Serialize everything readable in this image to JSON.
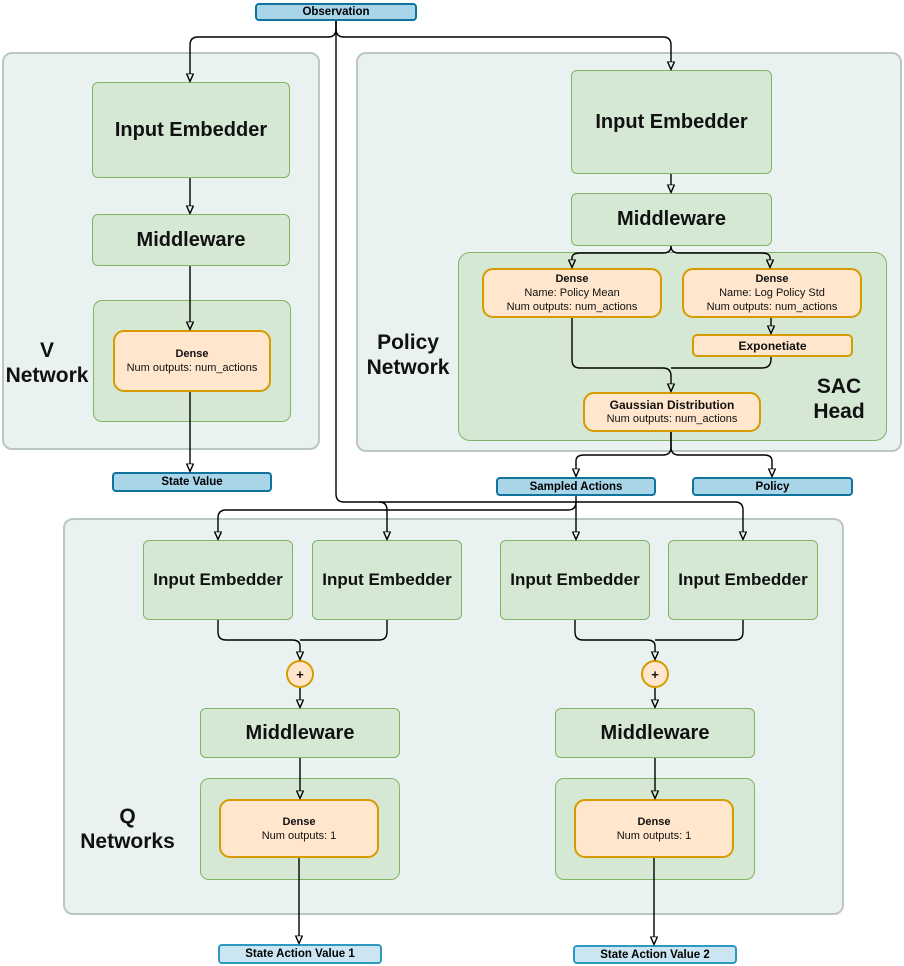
{
  "observation": {
    "label": "Observation"
  },
  "v_network": {
    "label": "V\nNetwork",
    "input_embedder": "Input Embedder",
    "middleware": "Middleware",
    "dense": {
      "title": "Dense",
      "detail": "Num outputs: num_actions"
    },
    "output": "State Value"
  },
  "policy_network": {
    "label": "Policy\nNetwork",
    "input_embedder": "Input Embedder",
    "middleware": "Middleware",
    "sac_head": {
      "label": "SAC\nHead",
      "dense_policy_mean": {
        "title": "Dense",
        "name": "Name: Policy Mean",
        "outputs": "Num outputs: num_actions"
      },
      "dense_log_policy_std": {
        "title": "Dense",
        "name": "Name: Log Policy Std",
        "outputs": "Num outputs: num_actions"
      },
      "exponetiate": "Exponetiate",
      "gaussian_distribution": {
        "title": "Gaussian Distribution",
        "outputs": "Num outputs: num_actions"
      }
    },
    "outputs": {
      "sampled_actions": "Sampled Actions",
      "policy": "Policy"
    }
  },
  "q_networks": {
    "label": "Q\nNetworks",
    "input_embedders": [
      "Input Embedder",
      "Input Embedder",
      "Input Embedder",
      "Input Embedder"
    ],
    "plus_operator": "+",
    "middleware": "Middleware",
    "dense": {
      "title": "Dense",
      "detail": "Num outputs: 1"
    },
    "outputs": [
      "State Action Value 1",
      "State Action Value 2"
    ]
  },
  "colors": {
    "node_green_fill": "#d5e8d4",
    "node_green_stroke": "#82b366",
    "node_orange_fill": "#ffe6cc",
    "node_orange_stroke": "#d79b00",
    "node_blue_fill": "#a9d5e8",
    "node_blue_stroke": "#10739e",
    "node_blue_light_fill": "#cbe6f2",
    "node_blue_light_stroke": "#2f98c1",
    "container_fill": "#e9f2f0",
    "container_stroke": "#bac7c4",
    "wire": "#000000"
  }
}
